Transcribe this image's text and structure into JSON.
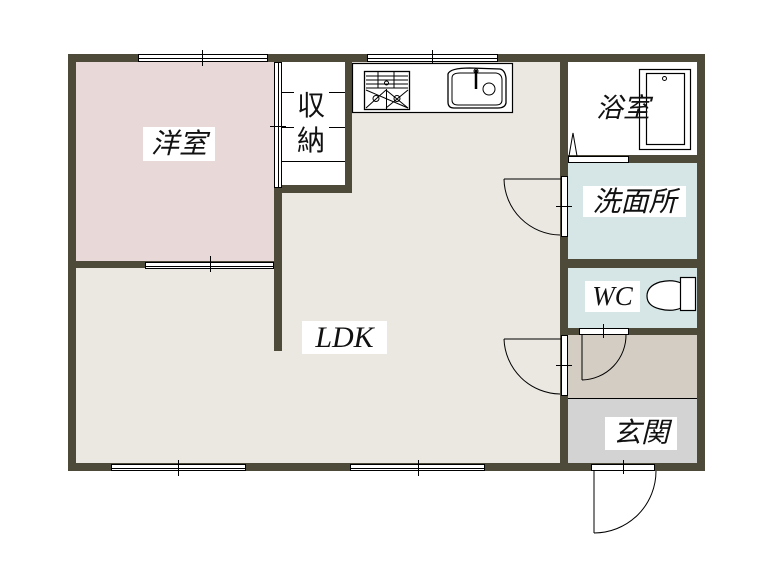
{
  "floor_plan": {
    "rooms": [
      {
        "id": "western-room",
        "label": "洋室",
        "color": "#e8d8d7"
      },
      {
        "id": "closet",
        "label": "収納",
        "label_line1": "収",
        "label_line2": "納",
        "color": "#ffffff"
      },
      {
        "id": "ldk",
        "label": "LDK",
        "color": "#ebe8e2"
      },
      {
        "id": "bathroom",
        "label": "浴室",
        "color": "#ffffff"
      },
      {
        "id": "washroom",
        "label": "洗面所",
        "color": "#d6e6e6"
      },
      {
        "id": "toilet",
        "label": "WC",
        "color": "#d6e6e6"
      },
      {
        "id": "hallway",
        "label": "",
        "color": "#d4cdc3"
      },
      {
        "id": "entrance",
        "label": "玄関",
        "color": "#d3d3d3"
      }
    ],
    "wall_color": "#4e4a3a",
    "fixtures": [
      "gas-stove",
      "kitchen-sink",
      "bathtub",
      "toilet"
    ]
  }
}
